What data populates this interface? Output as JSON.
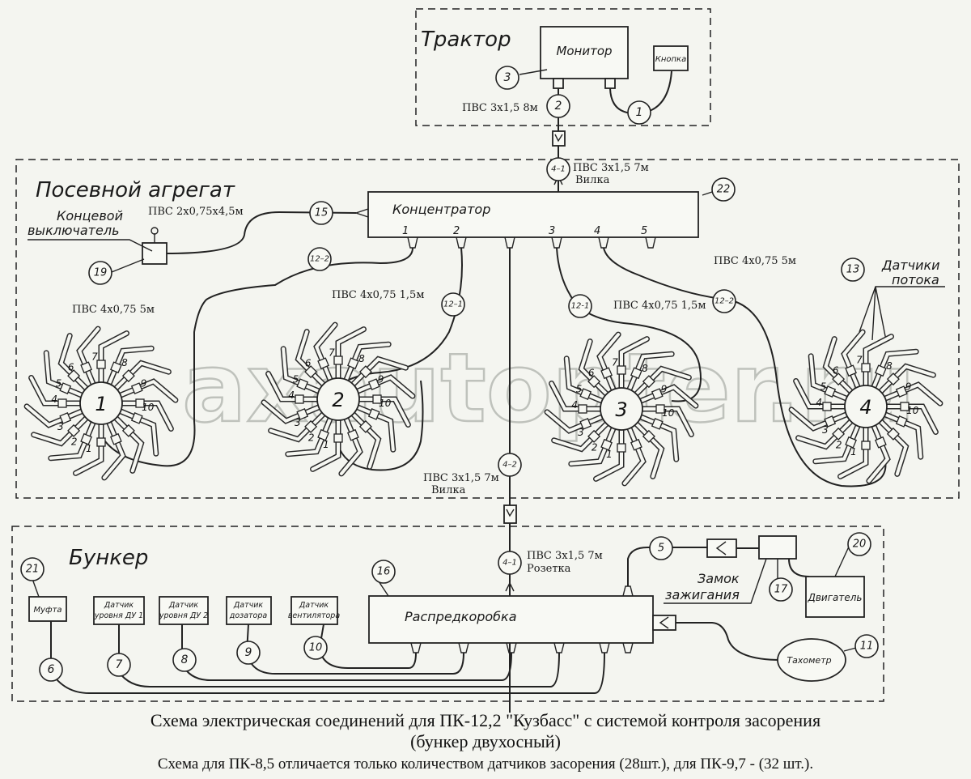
{
  "sections": {
    "tractor": "Трактор",
    "seeder": "Посевной агрегат",
    "bunker": "Бункер"
  },
  "blocks": {
    "monitor": "Монитор",
    "button": "Кнопка",
    "concentrator": "Концентратор",
    "limit_switch_line1": "Концевой",
    "limit_switch_line2": "выключатель",
    "flow_sensors_line1": "Датчики",
    "flow_sensors_line2": "потока",
    "distribution_box": "Распредкоробка",
    "ignition_lock_line1": "Замок",
    "ignition_lock_line2": "зажигания",
    "engine": "Двигатель",
    "tachometer": "Тахометр",
    "clutch": "Муфта",
    "level_sensor_1_line1": "Датчик",
    "level_sensor_1_line2": "уровня ДУ 1",
    "level_sensor_2_line1": "Датчик",
    "level_sensor_2_line2": "уровня ДУ 2",
    "doser_sensor_line1": "Датчик",
    "doser_sensor_line2": "дозатора",
    "fan_sensor_line1": "Датчик",
    "fan_sensor_line2": "вентилятора"
  },
  "cables": {
    "c2": "ПВС 3х1,5  8м",
    "c41_top": "ПВС 3х1,5  7м",
    "c41_top_sub": "Вилка",
    "c15": "ПВС 2х0,75х4,5м",
    "c122_left": "ПВС 4х0,75  5м",
    "c121_left": "ПВС 4х0,75  1,5м",
    "c121_right": "ПВС 4х0,75  1,5м",
    "c122_right": "ПВС 4х0,75  5м",
    "c42": "ПВС 3х1,5  7м",
    "c42_sub": "Вилка",
    "c41_bottom": "ПВС 3х1,5  7м",
    "c41_bottom_sub": "Розетка"
  },
  "connectors": {
    "n1": "1",
    "n2": "2",
    "n3": "3",
    "n41": "4–1",
    "n15": "15",
    "n19": "19",
    "n122a": "12–2",
    "n121a": "12–1",
    "n121b": "12-1",
    "n122b": "12–2",
    "n22": "22",
    "n13": "13",
    "n42": "4–2",
    "n41b": "4–1",
    "n5": "5",
    "n20": "20",
    "n16": "16",
    "n17": "17",
    "n21": "21",
    "n6": "6",
    "n7": "7",
    "n8": "8",
    "n9": "9",
    "n10": "10",
    "n11": "11"
  },
  "concentrator_ports": [
    "1",
    "2",
    "3",
    "4",
    "5"
  ],
  "sections_rows": [
    "1",
    "2",
    "3",
    "4"
  ],
  "nozzle_numbers": [
    "1",
    "2",
    "3",
    "4",
    "5",
    "6",
    "7",
    "8",
    "9",
    "10"
  ],
  "watermark": "axautopter.ru",
  "caption": {
    "line1": "Схема электрическая соединений для ПК-12,2 \"Кузбасс\" с системой контроля засорения",
    "line2": "(бункер двухосный)",
    "line3": "Схема для ПК-8,5 отличается только количеством датчиков засорения (28шт.), для ПК-9,7 - (32 шт.)."
  }
}
